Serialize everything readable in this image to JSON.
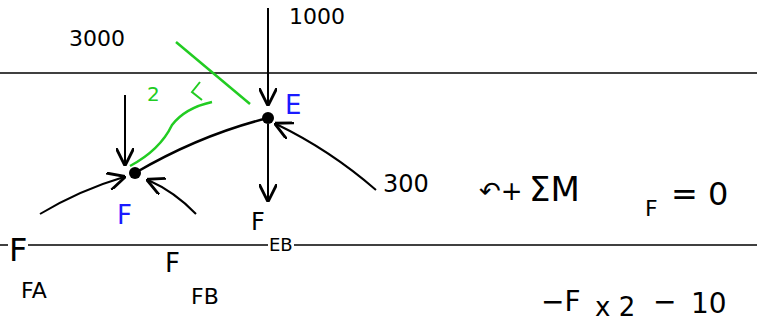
{
  "diagram": {
    "labels": [
      "3000",
      "1000",
      "2",
      "E",
      "F",
      "300",
      "F",
      "FA",
      "F",
      "FB",
      "F",
      "EB",
      "↶+",
      "ΣM",
      "F",
      "= 0",
      "−F",
      "x 2",
      "−",
      "10"
    ]
  }
}
